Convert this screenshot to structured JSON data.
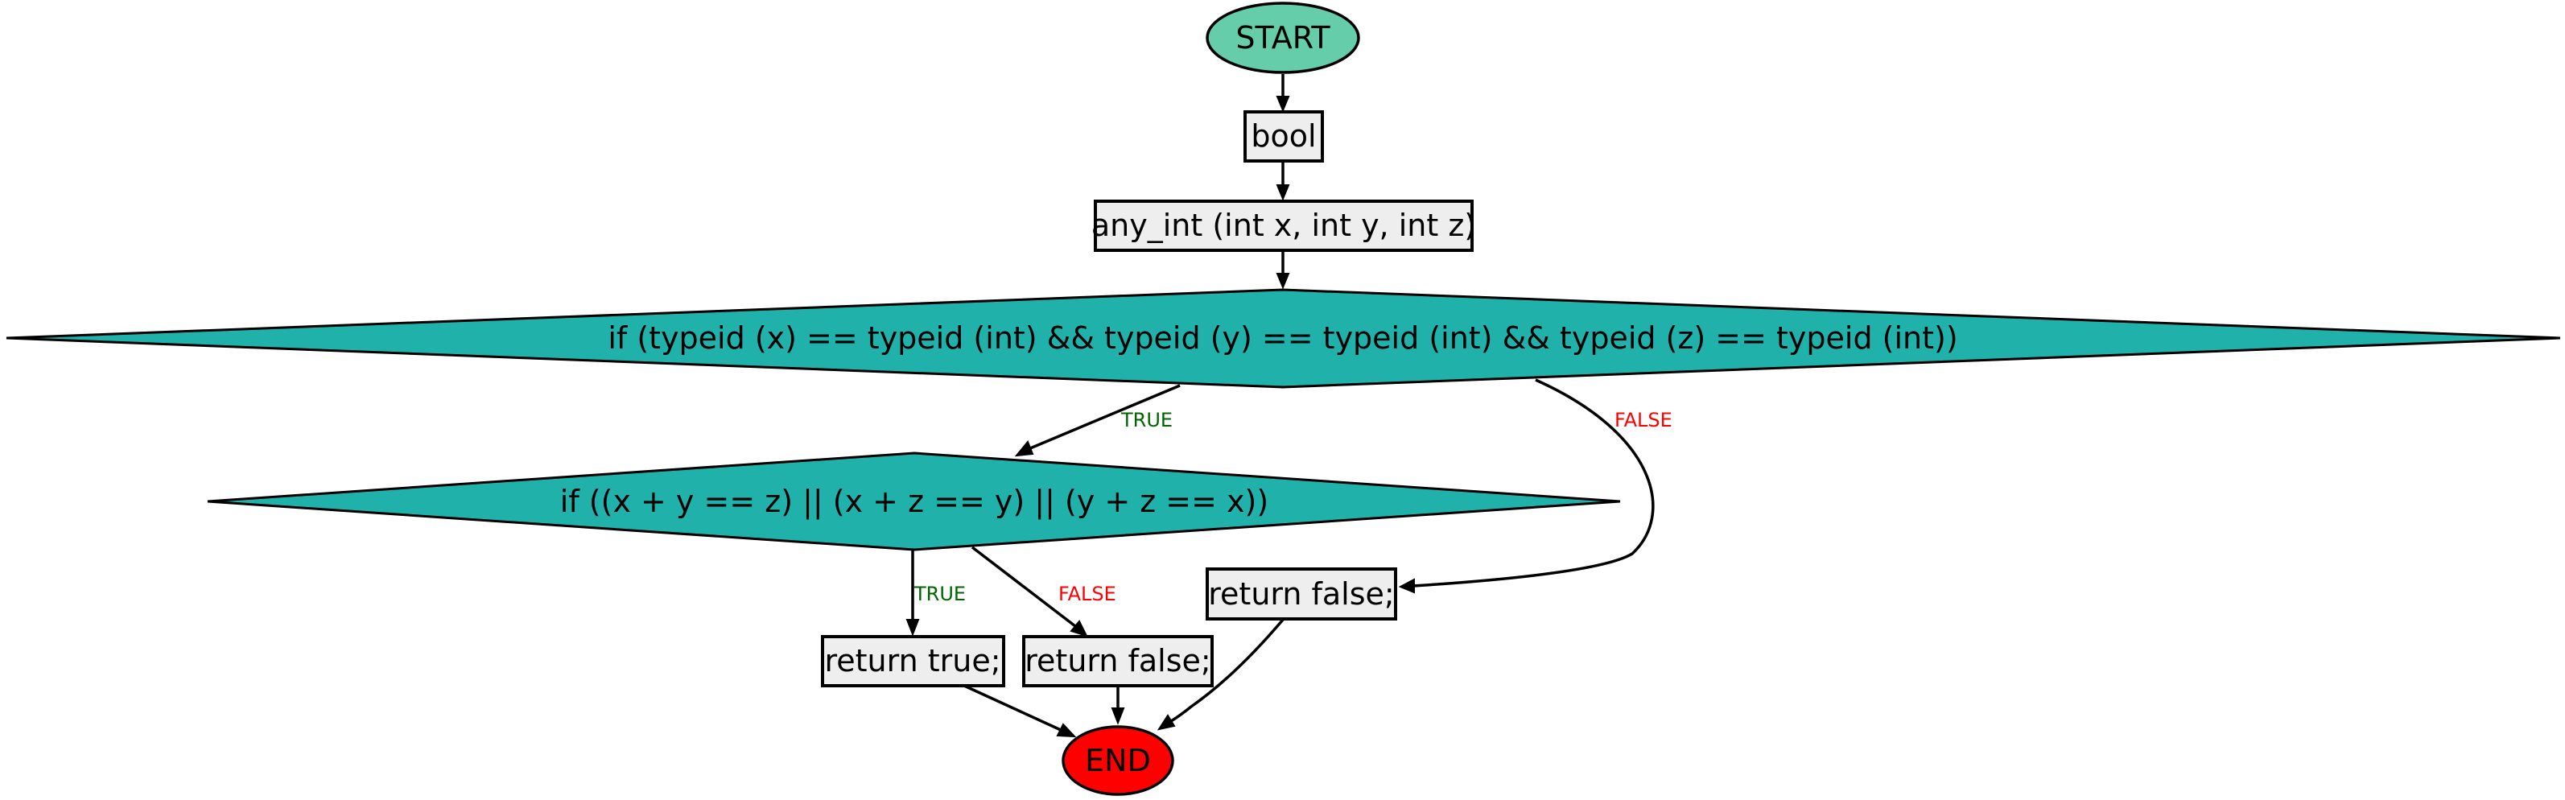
{
  "colors": {
    "start_fill": "#66CDAA",
    "end_fill": "#FF0000",
    "decision_fill": "#20B2AA",
    "process_fill": "#EEEEEE",
    "true_label": "#006400",
    "false_label": "#FF0000"
  },
  "nodes": {
    "start": "START",
    "return_type": "bool",
    "signature": "any_int (int x, int y, int z)",
    "cond_types": "if (typeid (x) == typeid (int) && typeid (y) == typeid (int) && typeid (z) == typeid (int))",
    "cond_sums": "if ((x + y == z) || (x + z == y) || (y + z == x))",
    "return_true": "return true;",
    "return_false_inner": "return false;",
    "return_false_outer": "return false;",
    "end": "END"
  },
  "edge_labels": {
    "types_true": "TRUE",
    "types_false": "FALSE",
    "sums_true": "TRUE",
    "sums_false": "FALSE"
  }
}
